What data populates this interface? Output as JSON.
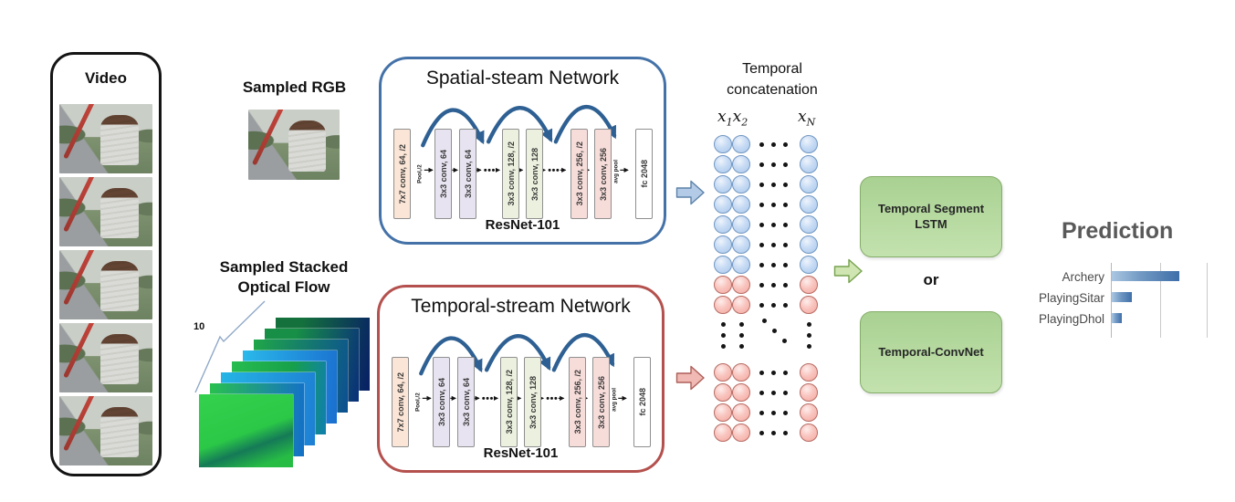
{
  "video_panel": {
    "title": "Video",
    "frame_count": 5
  },
  "sampled_rgb": {
    "label": "Sampled RGB"
  },
  "sampled_flow": {
    "line1": "Sampled Stacked",
    "line2": "Optical Flow",
    "stack_count": "10",
    "layer_count": 8
  },
  "networks": {
    "spatial": {
      "title": "Spatial-steam Network",
      "footer": "ResNet-101"
    },
    "temporal": {
      "title": "Temporal-stream Network",
      "footer": "ResNet-101"
    }
  },
  "resnet": {
    "blocks": [
      "7x7 conv, 64, /2",
      "3x3 conv, 64",
      "3x3 conv, 64",
      "3x3 conv, 128, /2",
      "3x3 conv, 128",
      "3x3 conv, 256, /2",
      "3x3 conv, 256",
      "fc 2048"
    ],
    "pool_label": "Pool,/2",
    "avgpool_label": "avg pool"
  },
  "concatenation": {
    "title_line1": "Temporal",
    "title_line2": "concatenation",
    "x1": {
      "base": "x",
      "sub": "1"
    },
    "x2": {
      "base": "x",
      "sub": "2"
    },
    "xn": {
      "base": "x",
      "sub": "N"
    },
    "groups": [
      {
        "color": "blue",
        "rows": 7
      },
      {
        "color": "pink",
        "rows": 2
      },
      {
        "gap": true
      },
      {
        "color": "pink",
        "rows": 4
      }
    ]
  },
  "classifiers": {
    "lstm_line1": "Temporal Segment",
    "lstm_line2": "LSTM",
    "or_label": "or",
    "convnet": "Temporal-ConvNet"
  },
  "chart_data": {
    "type": "bar",
    "orientation": "horizontal",
    "title": "Prediction",
    "categories": [
      "Archery",
      "PlayingSitar",
      "PlayingDhol"
    ],
    "values": [
      0.7,
      0.21,
      0.1
    ],
    "xlim": [
      0,
      1
    ],
    "gridlines": true,
    "legend": false,
    "bar_color": "#4f81bd"
  },
  "colors": {
    "spatial_border": "#4472a8",
    "temporal_border": "#b4514e",
    "skip_arc": "#2e6093",
    "classifier_green": "#a9d192",
    "rgb_feature_circle": "#b6d0ef",
    "flow_feature_circle": "#f6b5ae",
    "block_conv7x7": "#fbe5d6",
    "block_conv64": "#e7e3f0",
    "block_conv128": "#ebf1de",
    "block_conv256": "#f7ddda"
  }
}
